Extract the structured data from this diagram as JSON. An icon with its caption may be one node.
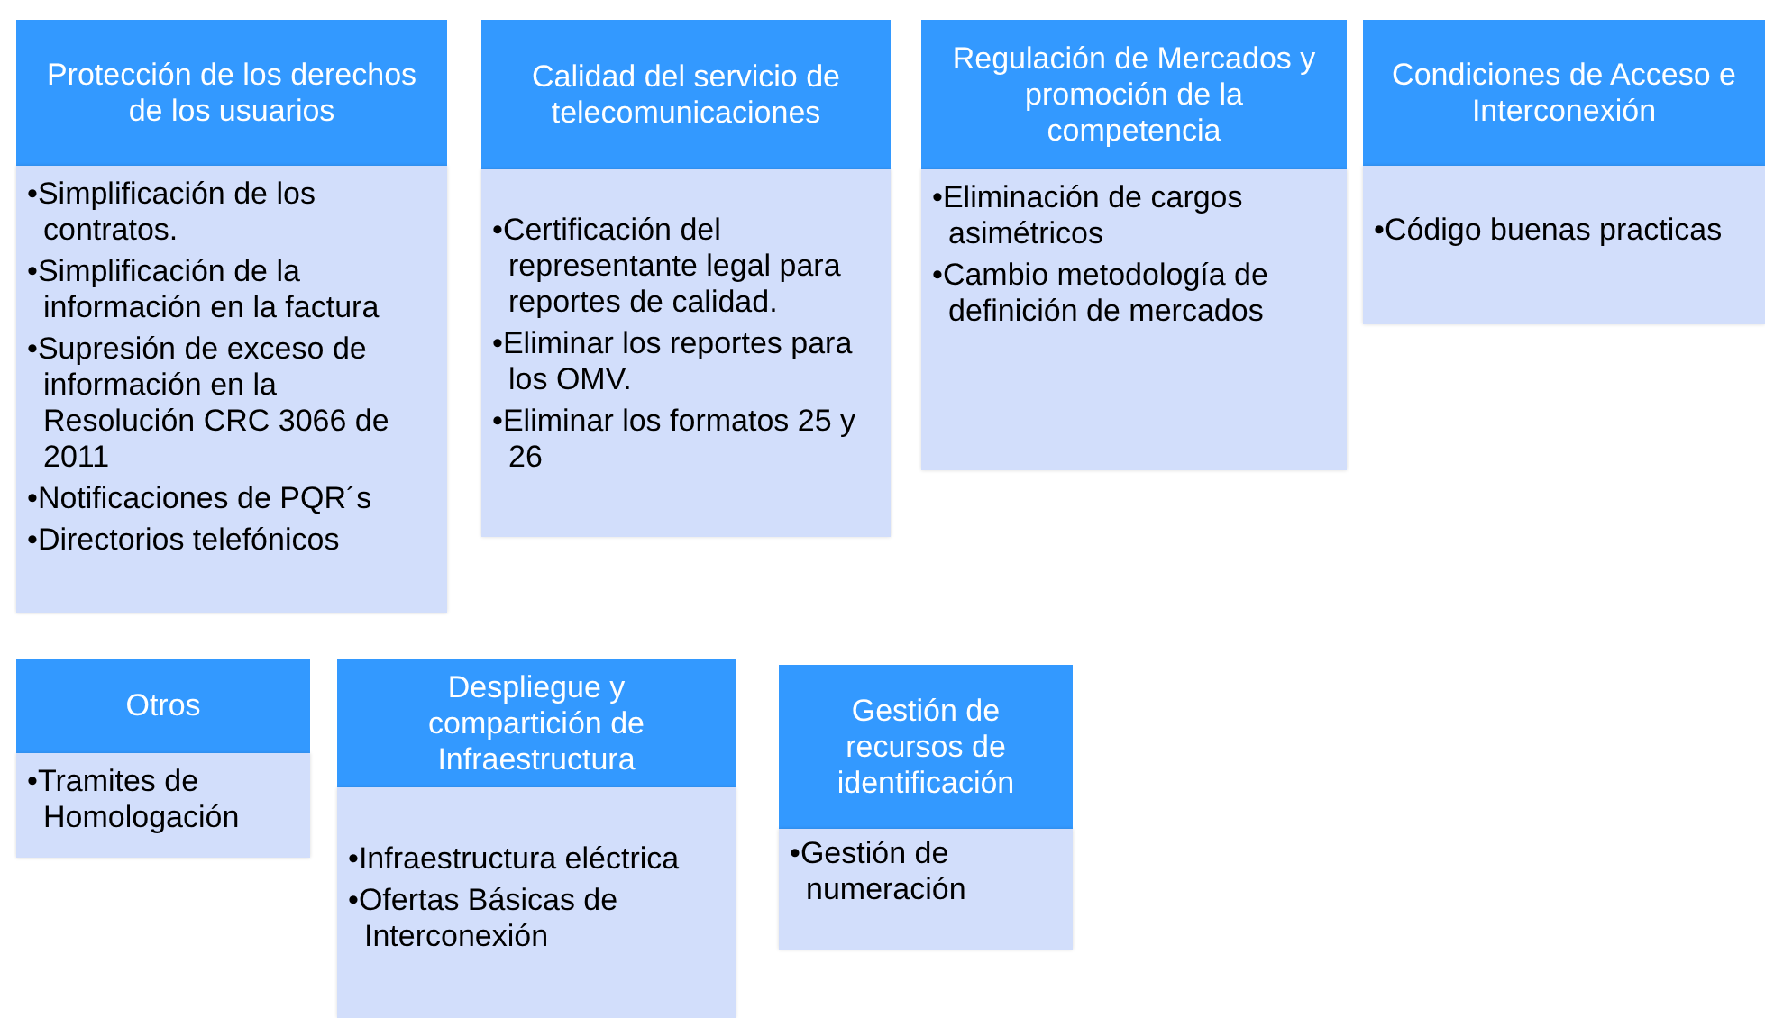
{
  "diagram": {
    "nodes": [
      {
        "text": [
          "Protección de los derechos de los usuarios"
        ]
      },
      {
        "text": [
          "•Simplificación de los contratos.",
          "•Simplificación de la información en la factura",
          "•Supresión de exceso de información en la Resolución CRC 3066 de 2011",
          "•Notificaciones de PQR´s",
          "•Directorios telefónicos"
        ]
      },
      {
        "text": [
          "Calidad del servicio de telecomunicaciones"
        ]
      },
      {
        "text": [
          "•Certificación del representante legal para reportes de calidad.",
          "•Eliminar los reportes para los OMV.",
          "•Eliminar los formatos 25 y 26"
        ]
      },
      {
        "text": [
          "Regulación de Mercados y promoción de la competencia"
        ]
      },
      {
        "text": [
          "•Eliminación de cargos asimétricos",
          "•Cambio metodología de definición de mercados"
        ]
      },
      {
        "text": [
          "Condiciones de Acceso e Interconexión"
        ]
      },
      {
        "text": [
          "•Código buenas practicas"
        ]
      },
      {
        "text": [
          "Otros"
        ]
      },
      {
        "text": [
          "•Tramites de Homologación"
        ]
      },
      {
        "text": [
          "Despliegue y compartición de Infraestructura"
        ]
      },
      {
        "text": [
          "•Infraestructura eléctrica",
          "•Ofertas Básicas de Interconexión"
        ]
      },
      {
        "text": [
          "Gestión de recursos de identificación"
        ]
      },
      {
        "text": [
          "•Gestión de numeración"
        ]
      }
    ]
  }
}
